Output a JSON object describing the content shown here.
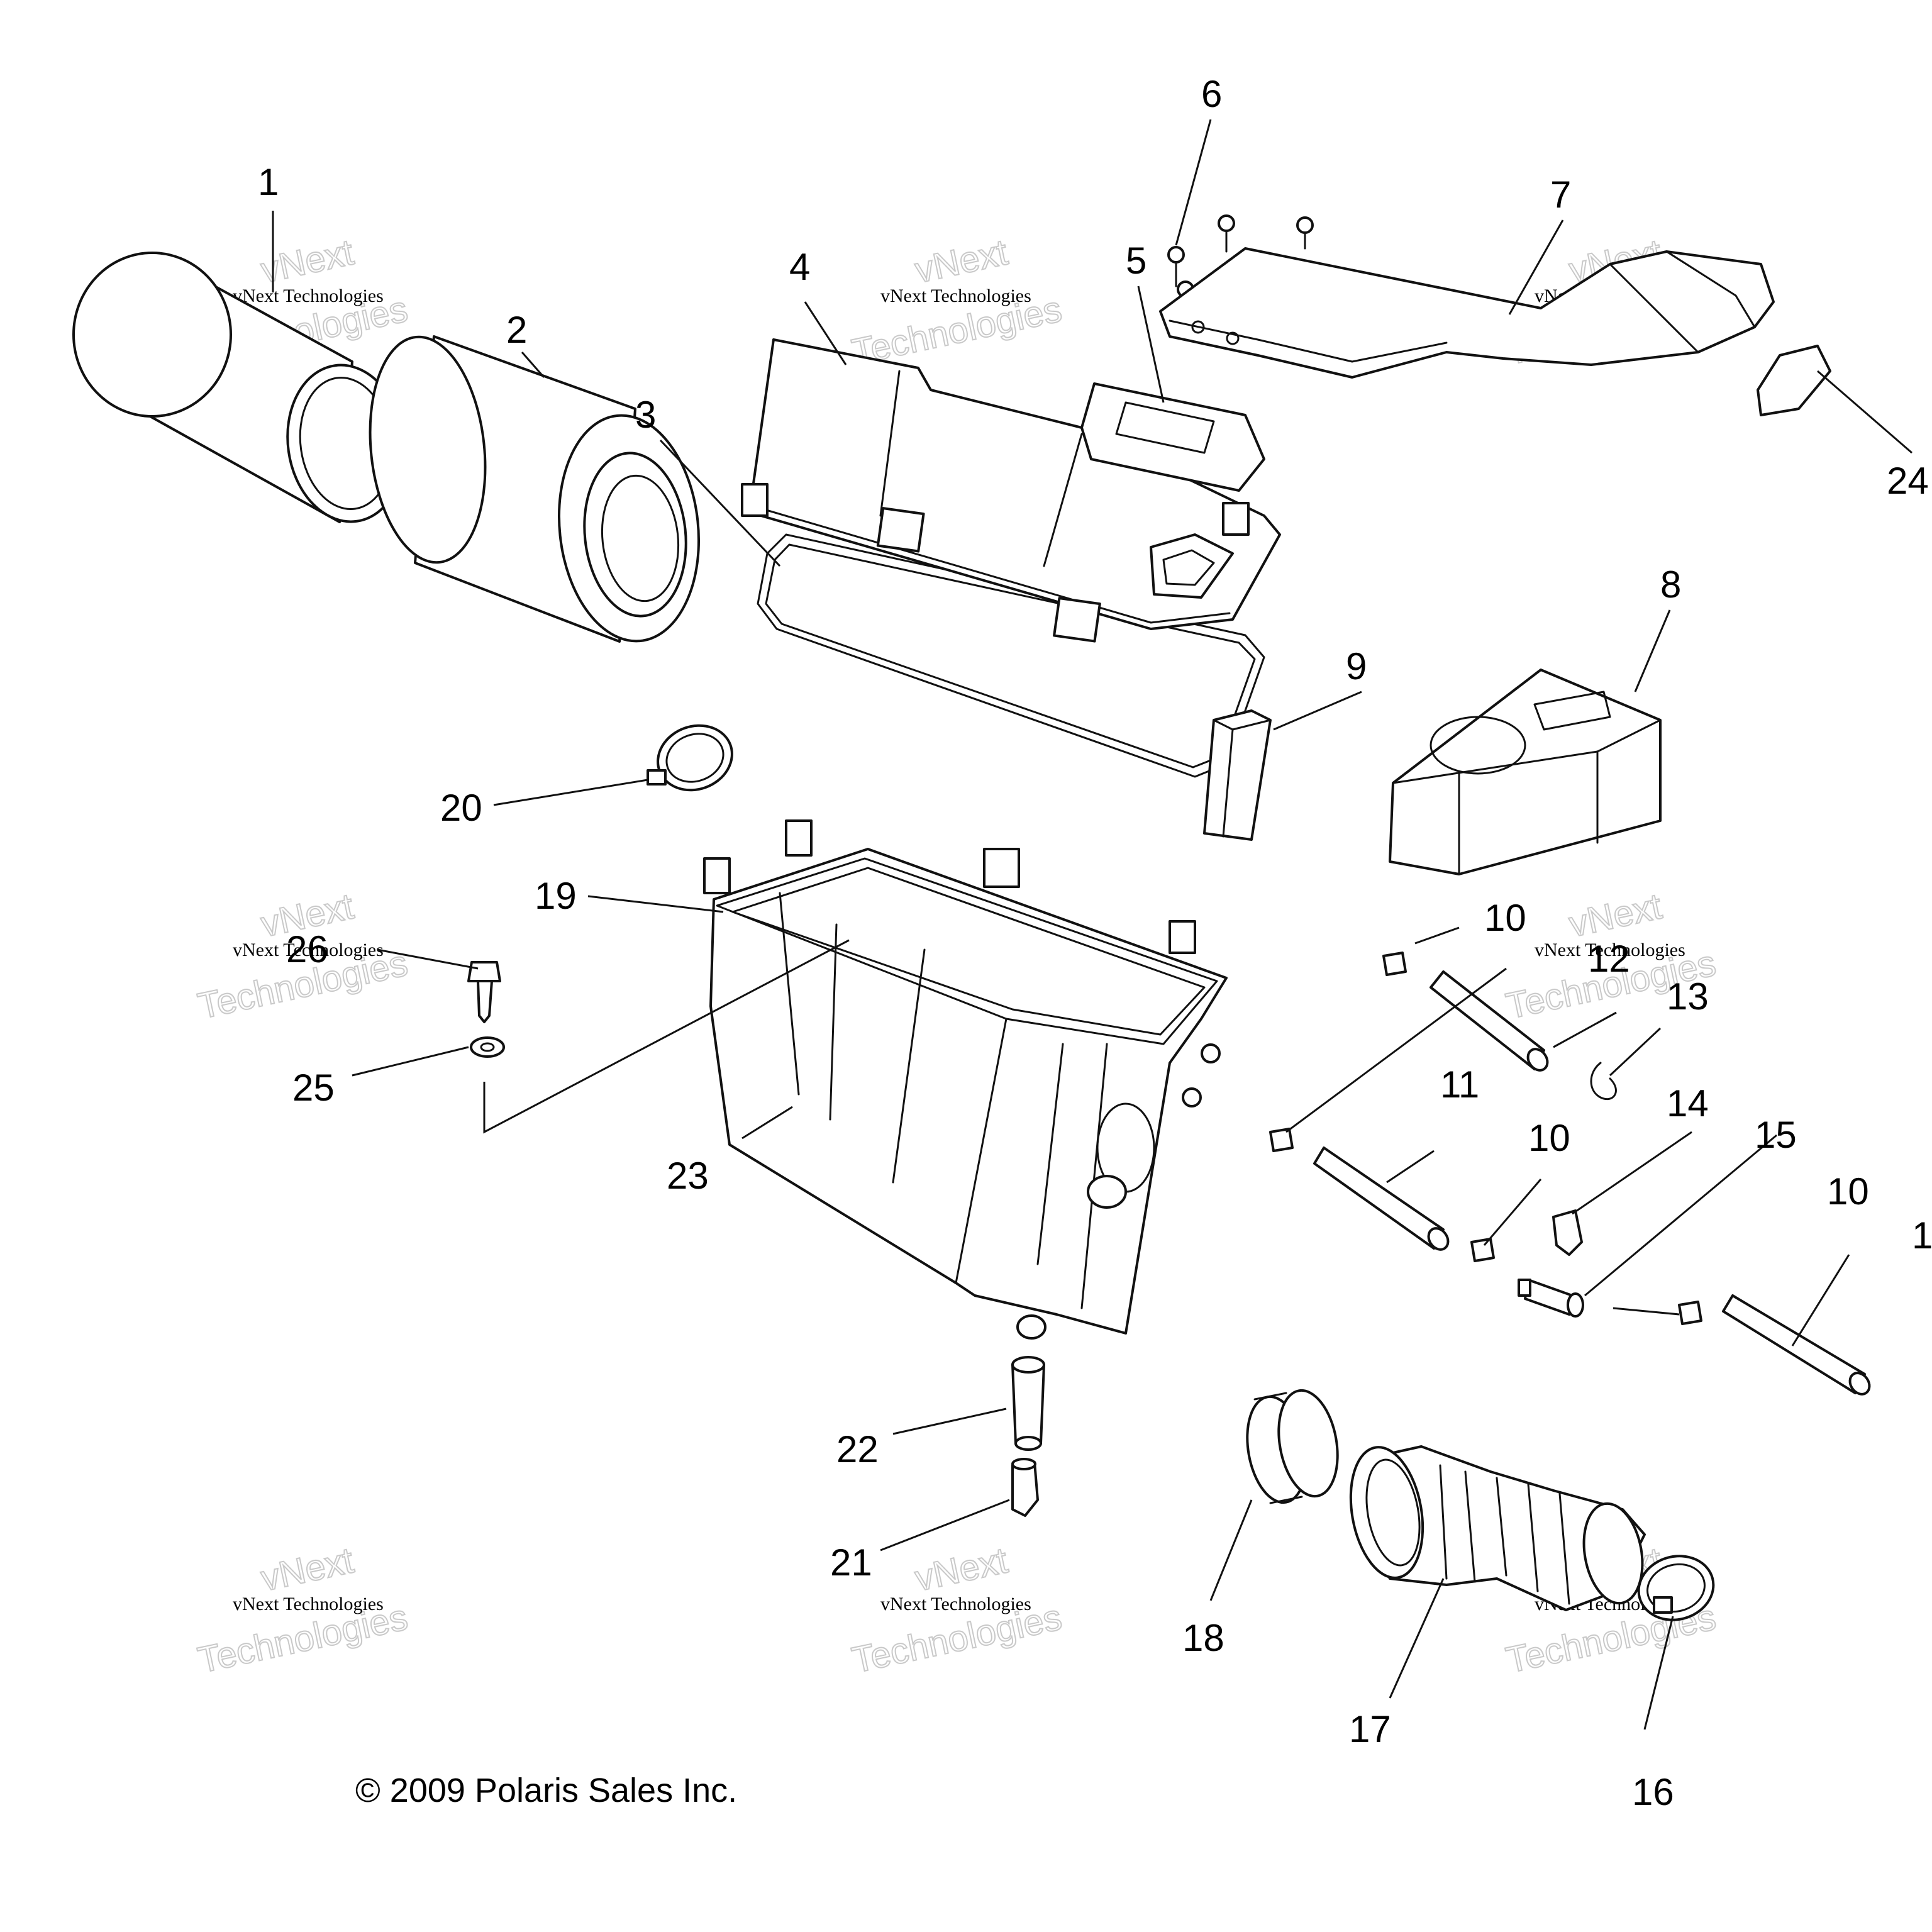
{
  "callouts": {
    "c1": "1",
    "c2": "2",
    "c3": "3",
    "c4": "4",
    "c5": "5",
    "c6": "6",
    "c7": "7",
    "c8": "8",
    "c9": "9",
    "c10a": "10",
    "c10b": "10",
    "c10c": "10",
    "c11": "11",
    "c12": "12",
    "c13": "13",
    "c14": "14",
    "c15": "15",
    "c16": "16",
    "c17": "17",
    "c18": "18",
    "c19": "19",
    "c20": "20",
    "c21": "21",
    "c22": "22",
    "c23": "23",
    "c24": "24",
    "c25": "25",
    "c26": "26",
    "c1b": "1"
  },
  "watermark": {
    "line1": "vNext Technologies",
    "line2": "Technologies",
    "line3": "vNext"
  },
  "copyright": "© 2009 Polaris Sales Inc."
}
